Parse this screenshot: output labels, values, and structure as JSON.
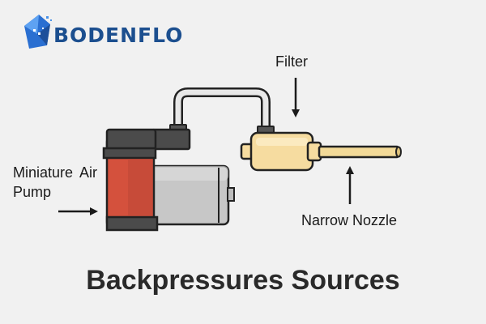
{
  "brand": {
    "name": "BODENFLO",
    "color": "#1c4f8f"
  },
  "labels": {
    "filter": "Filter",
    "pump": "Miniature Air Pump",
    "nozzle": "Narrow Nozzle"
  },
  "title": "Backpressures Sources",
  "colors": {
    "background": "#f1f1f1",
    "pump_head": "#d4513d",
    "motor": "#c7c7c7",
    "filter": "#f6dca0",
    "nozzle": "#f3da98",
    "outline": "#222222"
  },
  "icons": [
    "logo-icon",
    "filter-arrow-icon",
    "pump-arrow-icon",
    "nozzle-arrow-icon"
  ]
}
